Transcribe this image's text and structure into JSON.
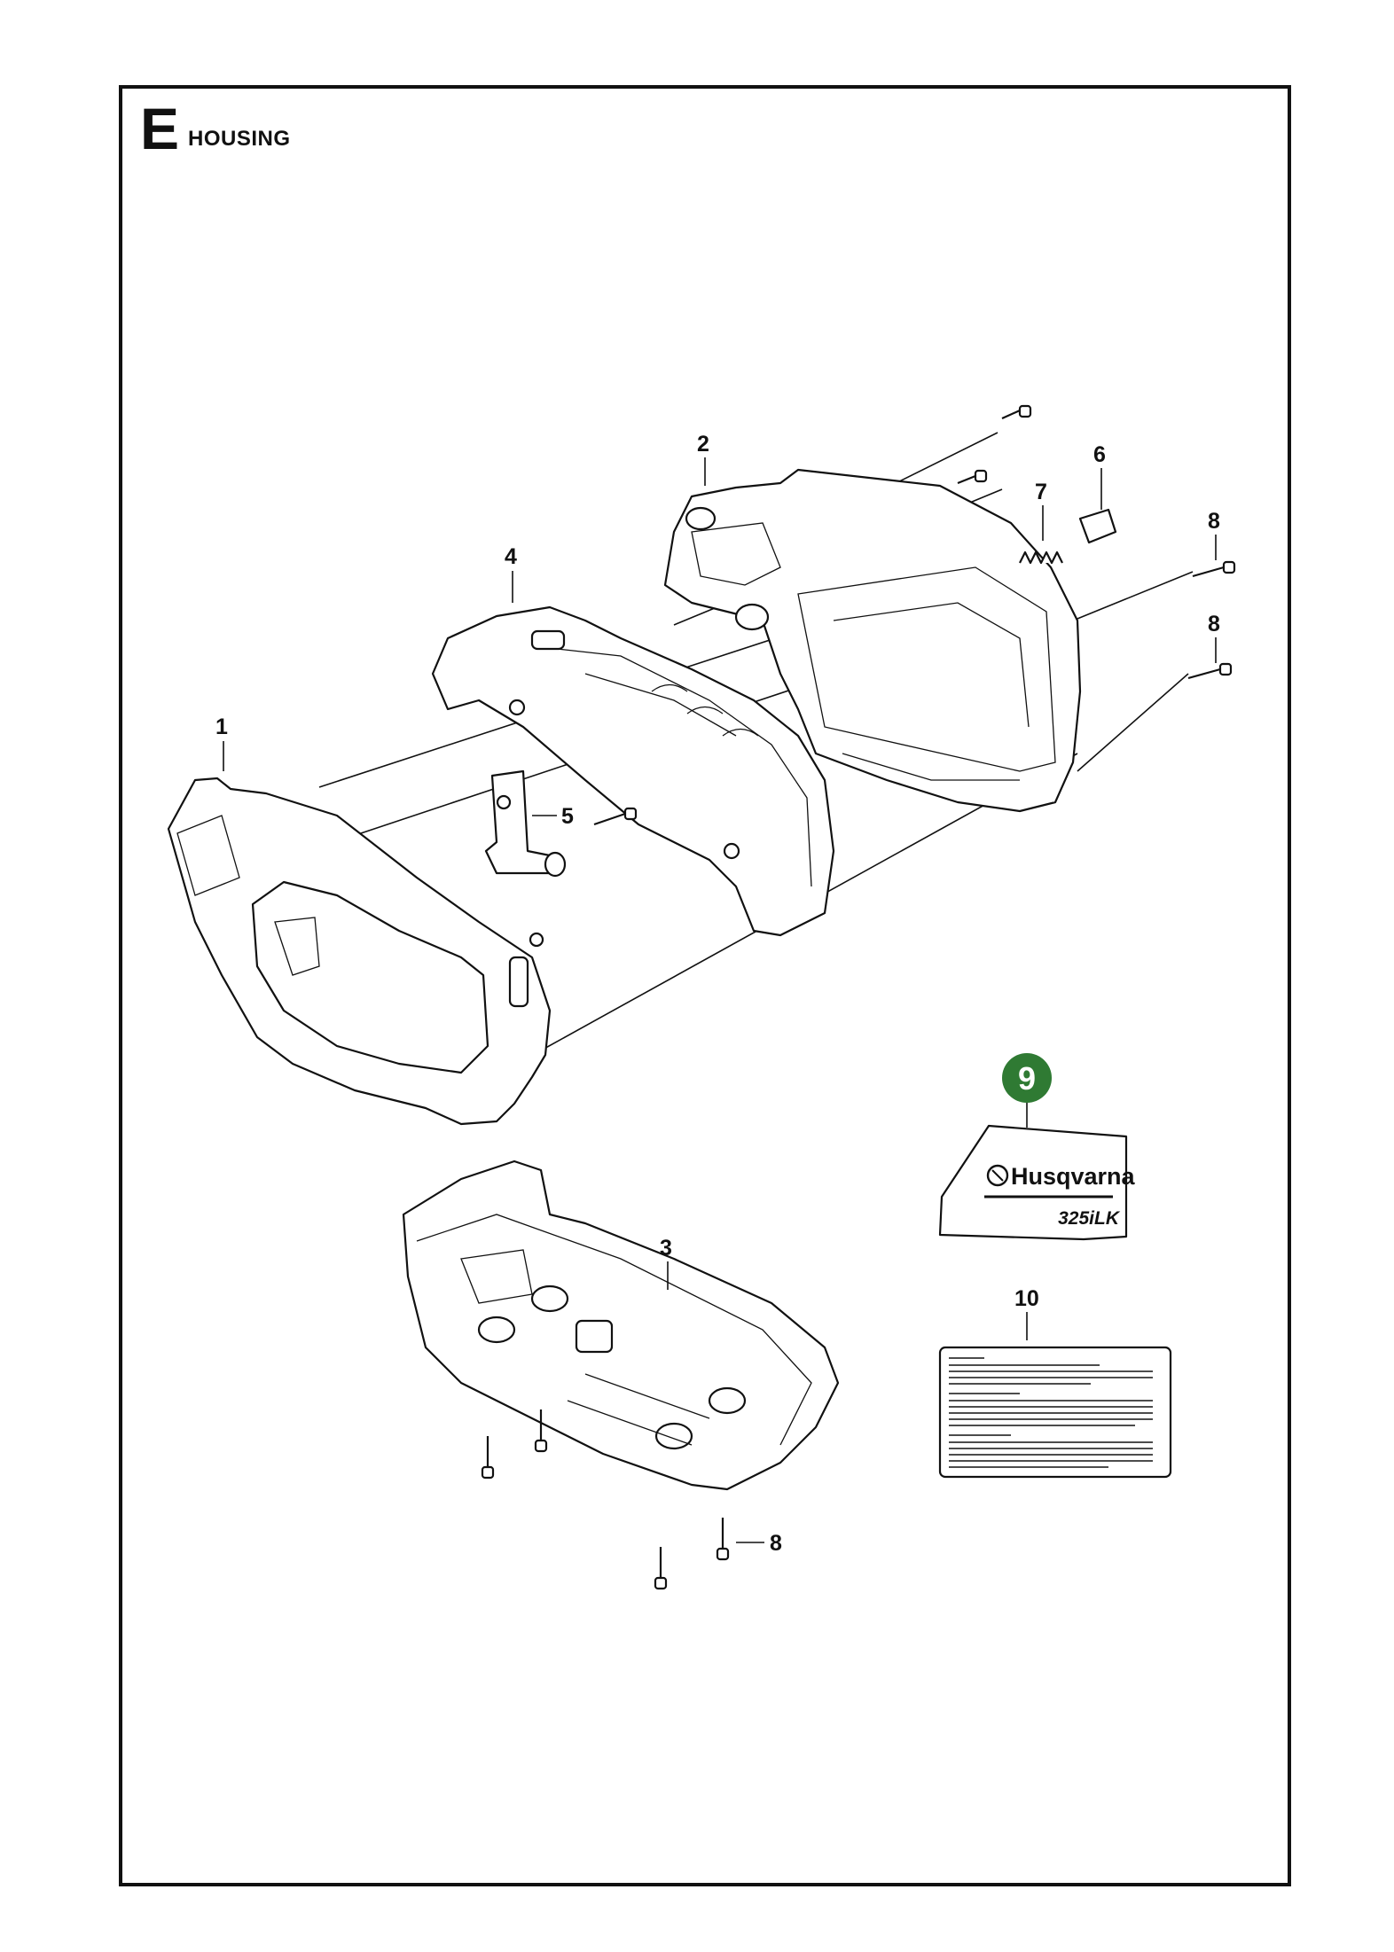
{
  "section": {
    "letter": "E",
    "title": "HOUSING"
  },
  "callouts": [
    "1",
    "2",
    "3",
    "4",
    "5",
    "6",
    "7",
    "8",
    "8",
    "8",
    "9",
    "10"
  ],
  "decal": {
    "brand": "Husqvarna",
    "model": "325iLK"
  },
  "highlight_color": "#2f7a33"
}
